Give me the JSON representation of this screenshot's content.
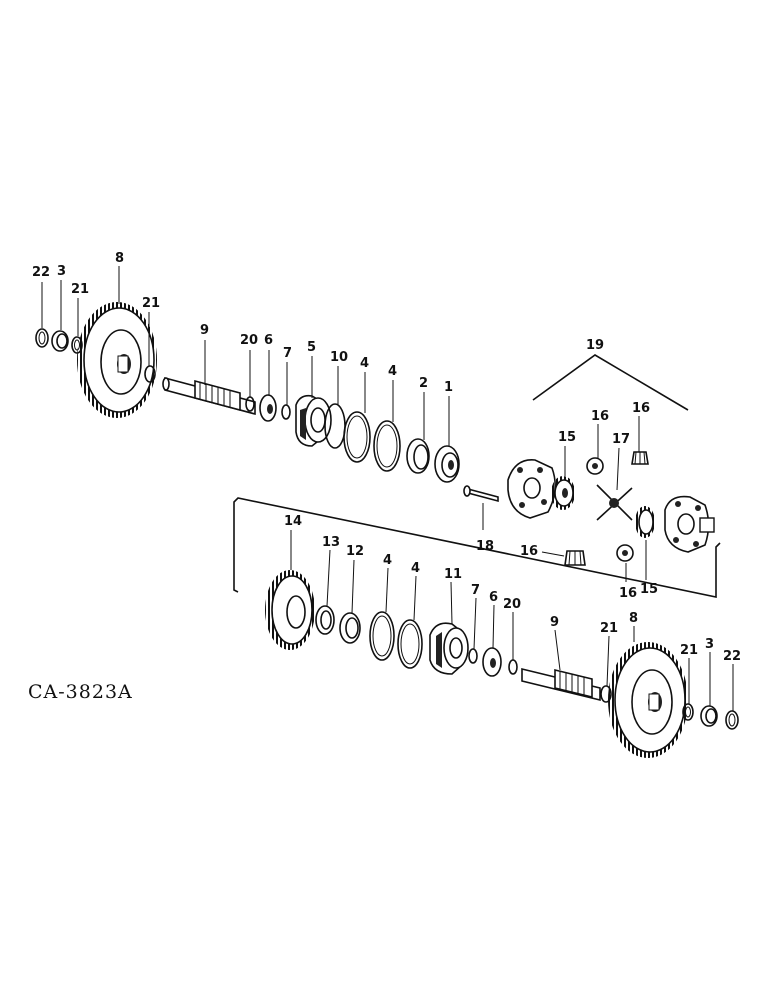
{
  "figure_code": "CA-3823A",
  "labels": {
    "upper_22": "22",
    "upper_3": "3",
    "upper_21a": "21",
    "upper_8": "8",
    "upper_21b": "21",
    "upper_9": "9",
    "upper_20": "20",
    "upper_6": "6",
    "upper_7": "7",
    "upper_5": "5",
    "upper_10": "10",
    "upper_4a": "4",
    "upper_4b": "4",
    "upper_2": "2",
    "upper_1": "1",
    "diff_19": "19",
    "diff_15a": "15",
    "diff_16a": "16",
    "diff_16b": "16",
    "diff_17": "17",
    "diff_18": "18",
    "diff_16c": "16",
    "diff_16d": "16",
    "diff_15b": "15",
    "lower_14": "14",
    "lower_13": "13",
    "lower_12": "12",
    "lower_4a": "4",
    "lower_4b": "4",
    "lower_11": "11",
    "lower_7": "7",
    "lower_6": "6",
    "lower_20": "20",
    "lower_9": "9",
    "lower_21a": "21",
    "lower_8": "8",
    "lower_21b": "21",
    "lower_3": "3",
    "lower_22": "22"
  }
}
